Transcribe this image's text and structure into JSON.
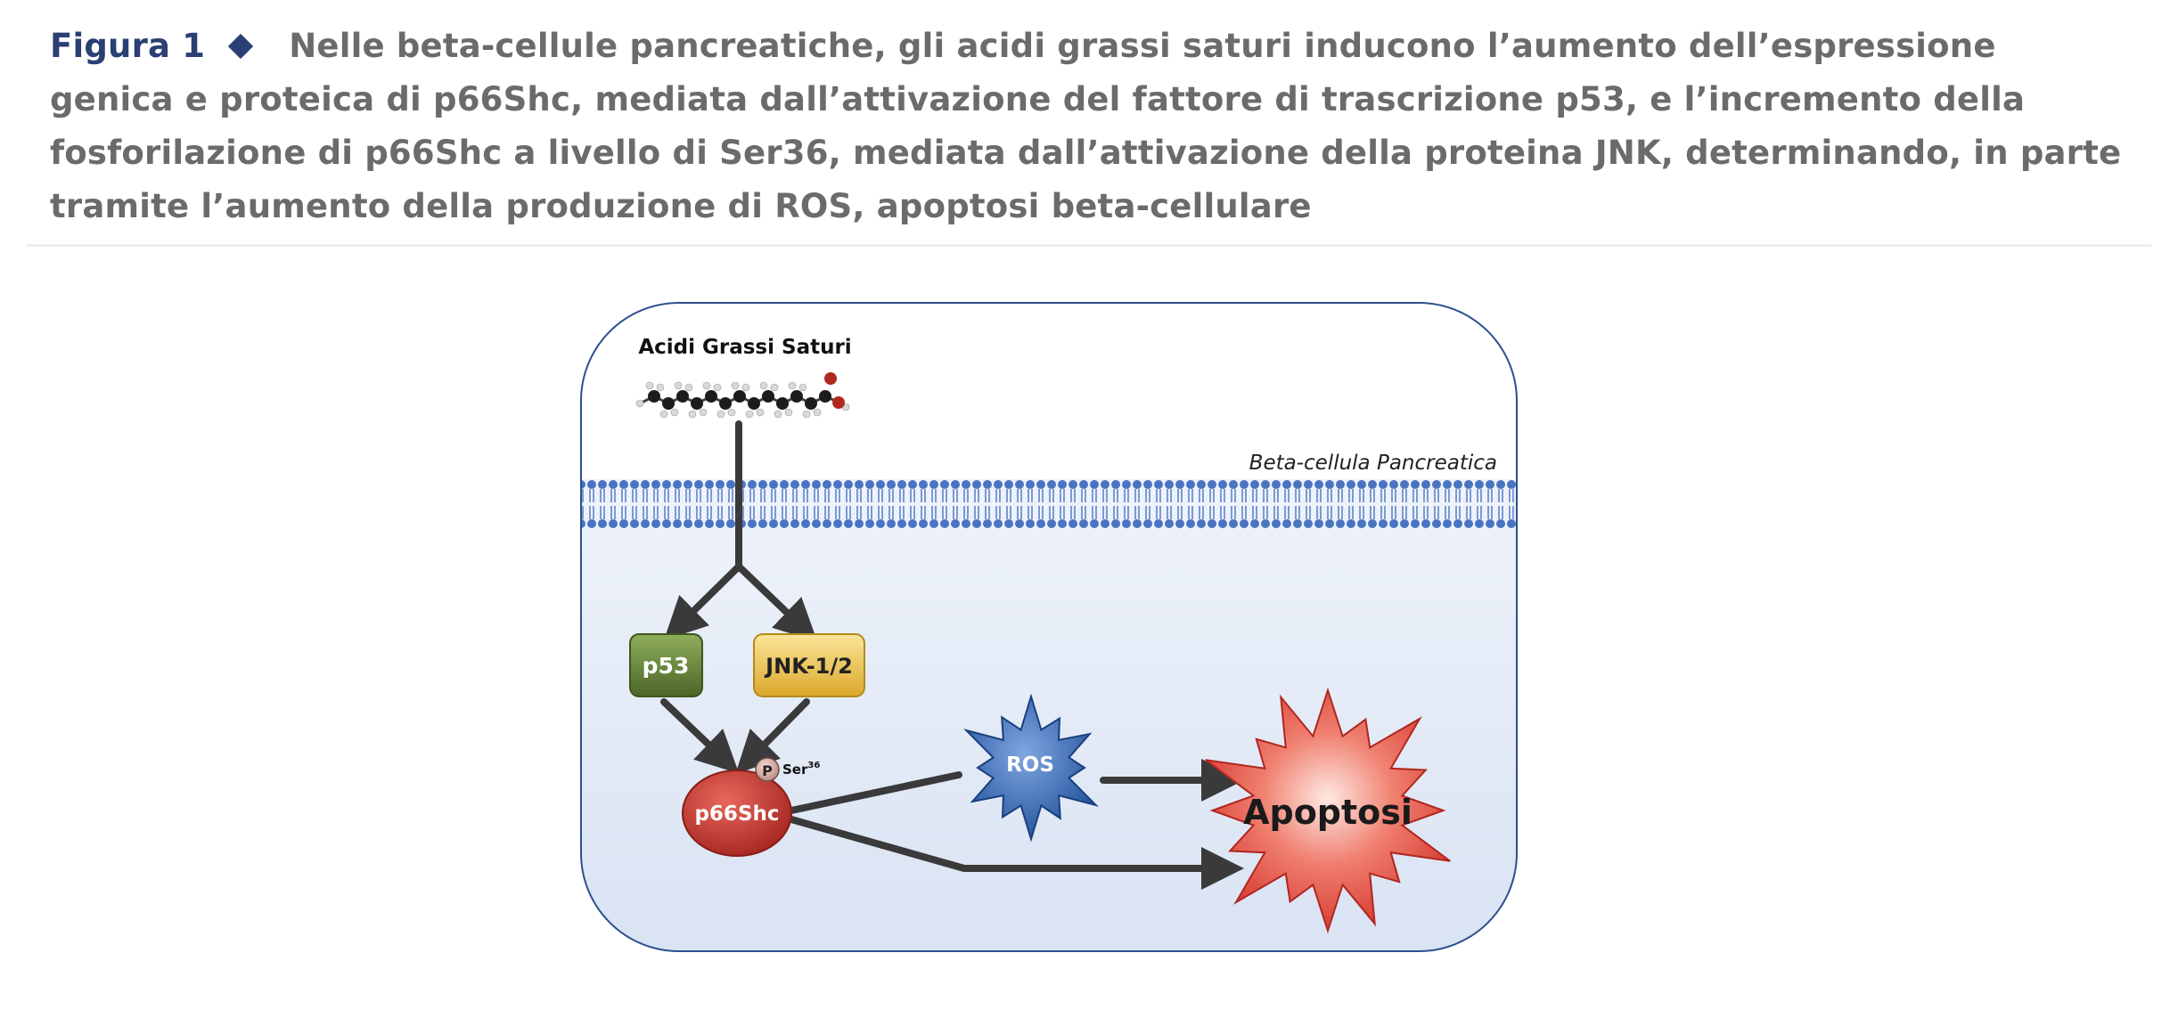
{
  "caption": {
    "figure_label": "Figura 1",
    "text": "Nelle beta-cellule pancreatiche, gli acidi grassi saturi inducono l’aumento dell’espressione genica e proteica di p66Shc, mediata dall’attivazione del fattore di trascrizione p53, e l’incremento della fosforilazione di p66Shc a livello di Ser36, mediata dall’attivazione della proteina JNK, determinando, in parte tramite l’aumento della produzione di ROS, apoptosi beta-cellulare"
  },
  "diagram": {
    "fatty_acids_label": "Acidi Grassi Saturi",
    "cell_label": "Beta-cellula Pancreatica",
    "p53_label": "p53",
    "jnk_label": "JNK-1/2",
    "phospho_label": "P",
    "ser_label": "Ser",
    "ser_superscript": "36",
    "p66shc_label": "p66Shc",
    "ros_label": "ROS",
    "apoptosis_label": "Apoptosi",
    "colors": {
      "cell_border": "#2e4f8e",
      "membrane": "#4a74c2",
      "arrow": "#3a3a3a",
      "p53": "#5e7a35",
      "jnk": "#e2b636",
      "p66shc": "#c0302a",
      "ros": "#2f62b0",
      "apoptosis": "#e0443a"
    }
  }
}
